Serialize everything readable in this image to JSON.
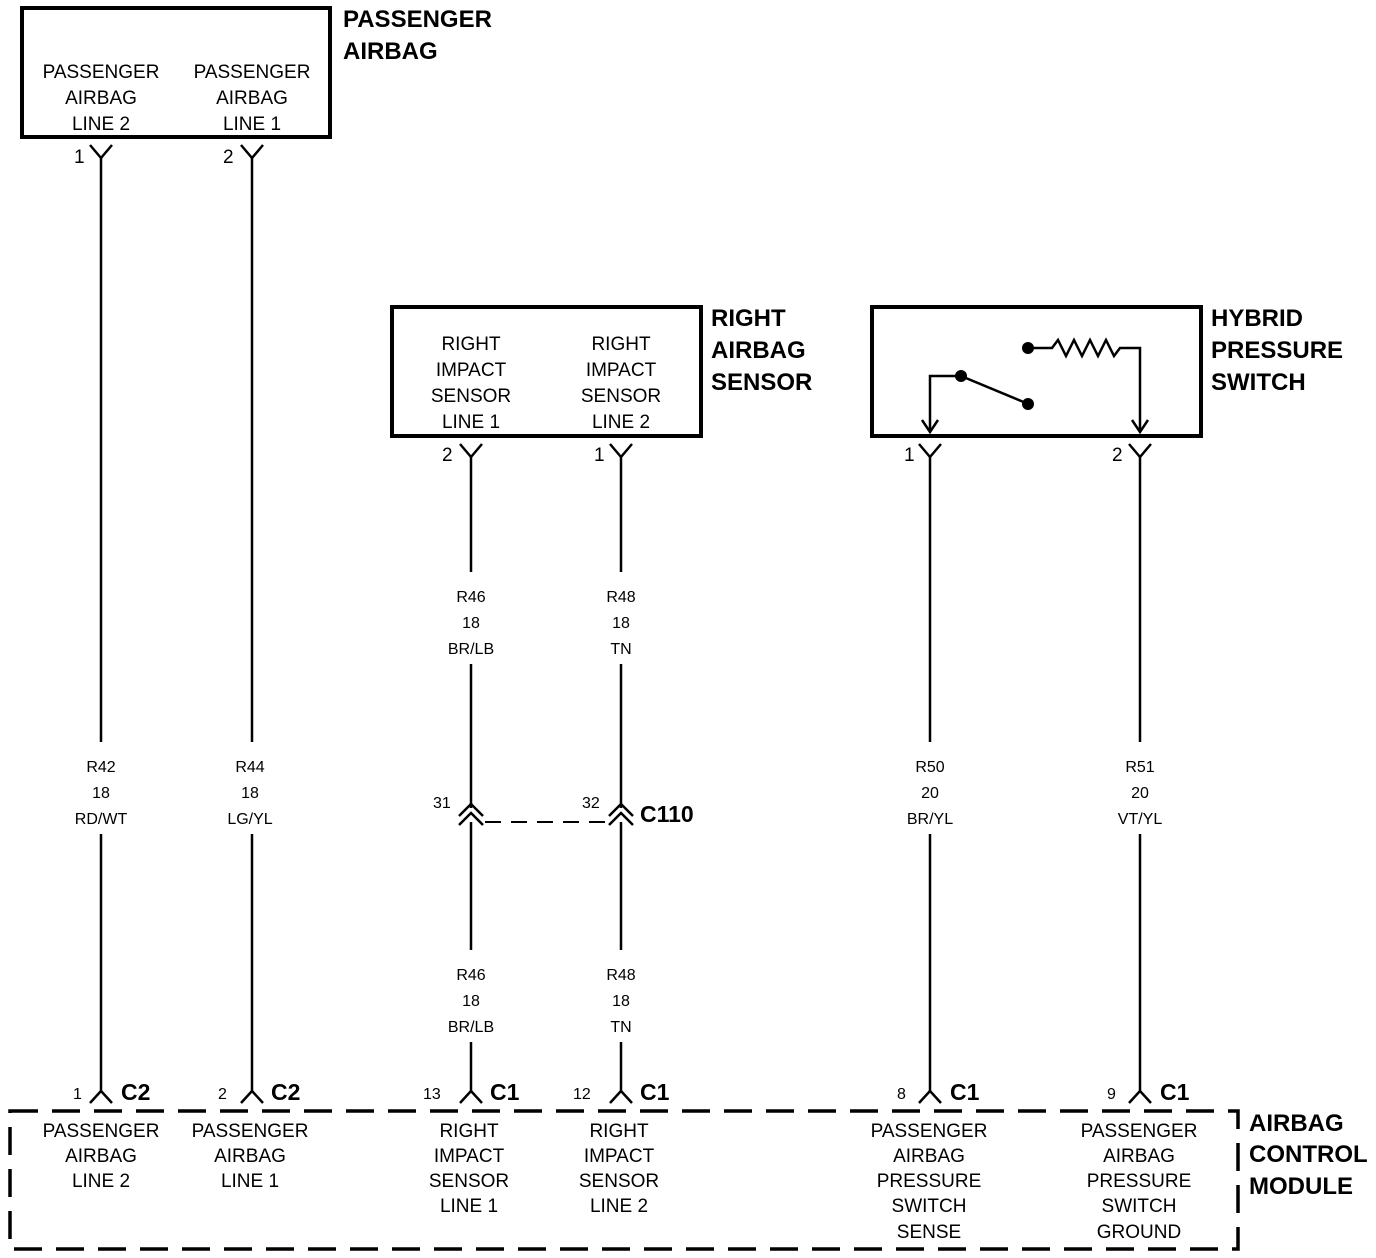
{
  "components": {
    "passenger_airbag": {
      "title": [
        "PASSENGER",
        "AIRBAG"
      ],
      "pin_a_label": [
        "PASSENGER",
        "AIRBAG",
        "LINE 2"
      ],
      "pin_b_label": [
        "PASSENGER",
        "AIRBAG",
        "LINE 1"
      ],
      "pin_a_num": "1",
      "pin_b_num": "2"
    },
    "right_airbag_sensor": {
      "title": [
        "RIGHT",
        "AIRBAG",
        "SENSOR"
      ],
      "pin_a_label": [
        "RIGHT",
        "IMPACT",
        "SENSOR",
        "LINE 1"
      ],
      "pin_b_label": [
        "RIGHT",
        "IMPACT",
        "SENSOR",
        "LINE 2"
      ],
      "pin_a_num": "2",
      "pin_b_num": "1"
    },
    "hybrid_pressure_switch": {
      "title": [
        "HYBRID",
        "PRESSURE",
        "SWITCH"
      ],
      "pin_a_num": "1",
      "pin_b_num": "2"
    },
    "airbag_control_module": {
      "title": [
        "AIRBAG",
        "CONTROL",
        "MODULE"
      ],
      "pins": [
        {
          "num": "1",
          "connector": "C2",
          "label": [
            "PASSENGER",
            "AIRBAG",
            "LINE 2"
          ]
        },
        {
          "num": "2",
          "connector": "C2",
          "label": [
            "PASSENGER",
            "AIRBAG",
            "LINE 1"
          ]
        },
        {
          "num": "13",
          "connector": "C1",
          "label": [
            "RIGHT",
            "IMPACT",
            "SENSOR",
            "LINE 1"
          ]
        },
        {
          "num": "12",
          "connector": "C1",
          "label": [
            "RIGHT",
            "IMPACT",
            "SENSOR",
            "LINE 2"
          ]
        },
        {
          "num": "8",
          "connector": "C1",
          "label": [
            "PASSENGER",
            "AIRBAG",
            "PRESSURE",
            "SWITCH",
            "SENSE"
          ]
        },
        {
          "num": "9",
          "connector": "C1",
          "label": [
            "PASSENGER",
            "AIRBAG",
            "PRESSURE",
            "SWITCH",
            "GROUND"
          ]
        }
      ]
    }
  },
  "wires": {
    "r42": [
      "R42",
      "18",
      "RD/WT"
    ],
    "r44": [
      "R44",
      "18",
      "LG/YL"
    ],
    "r46_upper": [
      "R46",
      "18",
      "BR/LB"
    ],
    "r48_upper": [
      "R48",
      "18",
      "TN"
    ],
    "r46_lower": [
      "R46",
      "18",
      "BR/LB"
    ],
    "r48_lower": [
      "R48",
      "18",
      "TN"
    ],
    "r50": [
      "R50",
      "20",
      "BR/YL"
    ],
    "r51": [
      "R51",
      "20",
      "VT/YL"
    ]
  },
  "inline_connector": {
    "name": "C110",
    "pin_a": "31",
    "pin_b": "32"
  }
}
